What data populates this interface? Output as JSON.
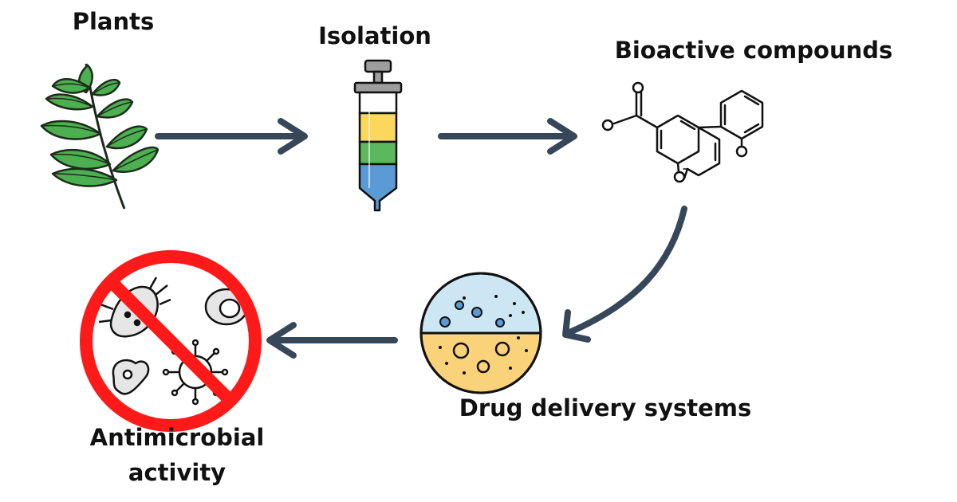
{
  "diagram": {
    "steps": [
      {
        "id": "plants",
        "label": "Plants"
      },
      {
        "id": "isolation",
        "label": "Isolation"
      },
      {
        "id": "bioactive",
        "label": "Bioactive compounds"
      },
      {
        "id": "delivery",
        "label": "Drug delivery systems"
      },
      {
        "id": "antimicrobial",
        "label_line1": "Antimicrobial",
        "label_line2": "activity"
      }
    ],
    "flow": [
      "plants",
      "isolation",
      "bioactive",
      "delivery",
      "antimicrobial"
    ],
    "colors": {
      "arrow": "#37475a",
      "leaf_fill": "#4caf50",
      "leaf_stroke": "#1d2b1d",
      "syringe_yellow": "#fbd75b",
      "syringe_green": "#5cb85c",
      "syringe_blue": "#5b9bd5",
      "plunger_gray": "#9e9e9e",
      "dds_top": "#cce7f3",
      "dds_bottom": "#f9d27a",
      "prohibit_red": "#ff1a1a",
      "microbe_gray": "#e6e6e6"
    },
    "icons": {
      "plants": "plant-branch-icon",
      "isolation": "syringe-column-icon",
      "bioactive": "chemical-structure-icon",
      "delivery": "nanoparticle-icon",
      "antimicrobial": "no-microbes-icon"
    }
  }
}
